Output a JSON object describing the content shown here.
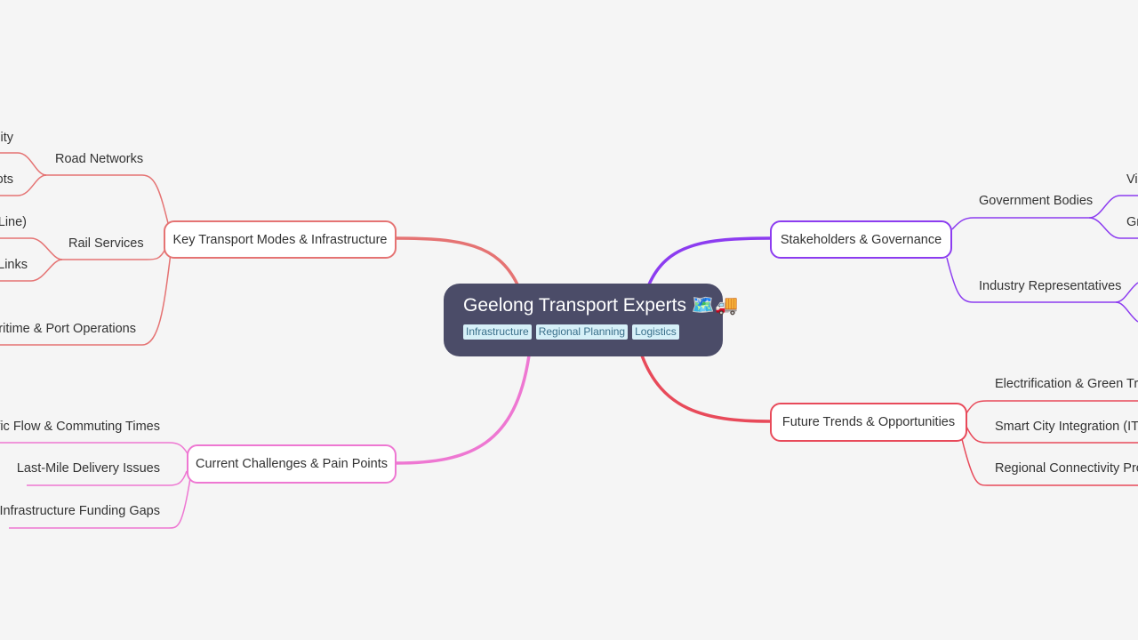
{
  "root": {
    "title": "Geelong Transport Experts",
    "emoji": "🗺️🚚",
    "tags": [
      "Infrastructure",
      "Regional Planning",
      "Logistics"
    ]
  },
  "branches": {
    "key_transport": {
      "label": "Key Transport Modes & Infrastructure",
      "color": "#e57373",
      "children": {
        "road": "Road Networks",
        "rail": "Rail Services",
        "maritime": "aritime & Port Operations"
      },
      "leaves": [
        "ity",
        "ots",
        "Line)",
        "Links"
      ]
    },
    "challenges": {
      "label": "Current Challenges & Pain Points",
      "color": "#ee77d2",
      "children": [
        "affic Flow & Commuting Times",
        "Last-Mile Delivery Issues",
        "Infrastructure Funding Gaps"
      ]
    },
    "stakeholders": {
      "label": "Stakeholders & Governance",
      "color": "#8c3cf0",
      "children": {
        "gov": "Government Bodies",
        "industry": "Industry Representatives"
      },
      "leaves": [
        "Vi",
        "Gr"
      ]
    },
    "future": {
      "label": "Future Trends & Opportunities",
      "color": "#e84a5a",
      "children": [
        "Electrification & Green Tran",
        "Smart City Integration (ITS)",
        "Regional Connectivity Proje"
      ]
    }
  }
}
